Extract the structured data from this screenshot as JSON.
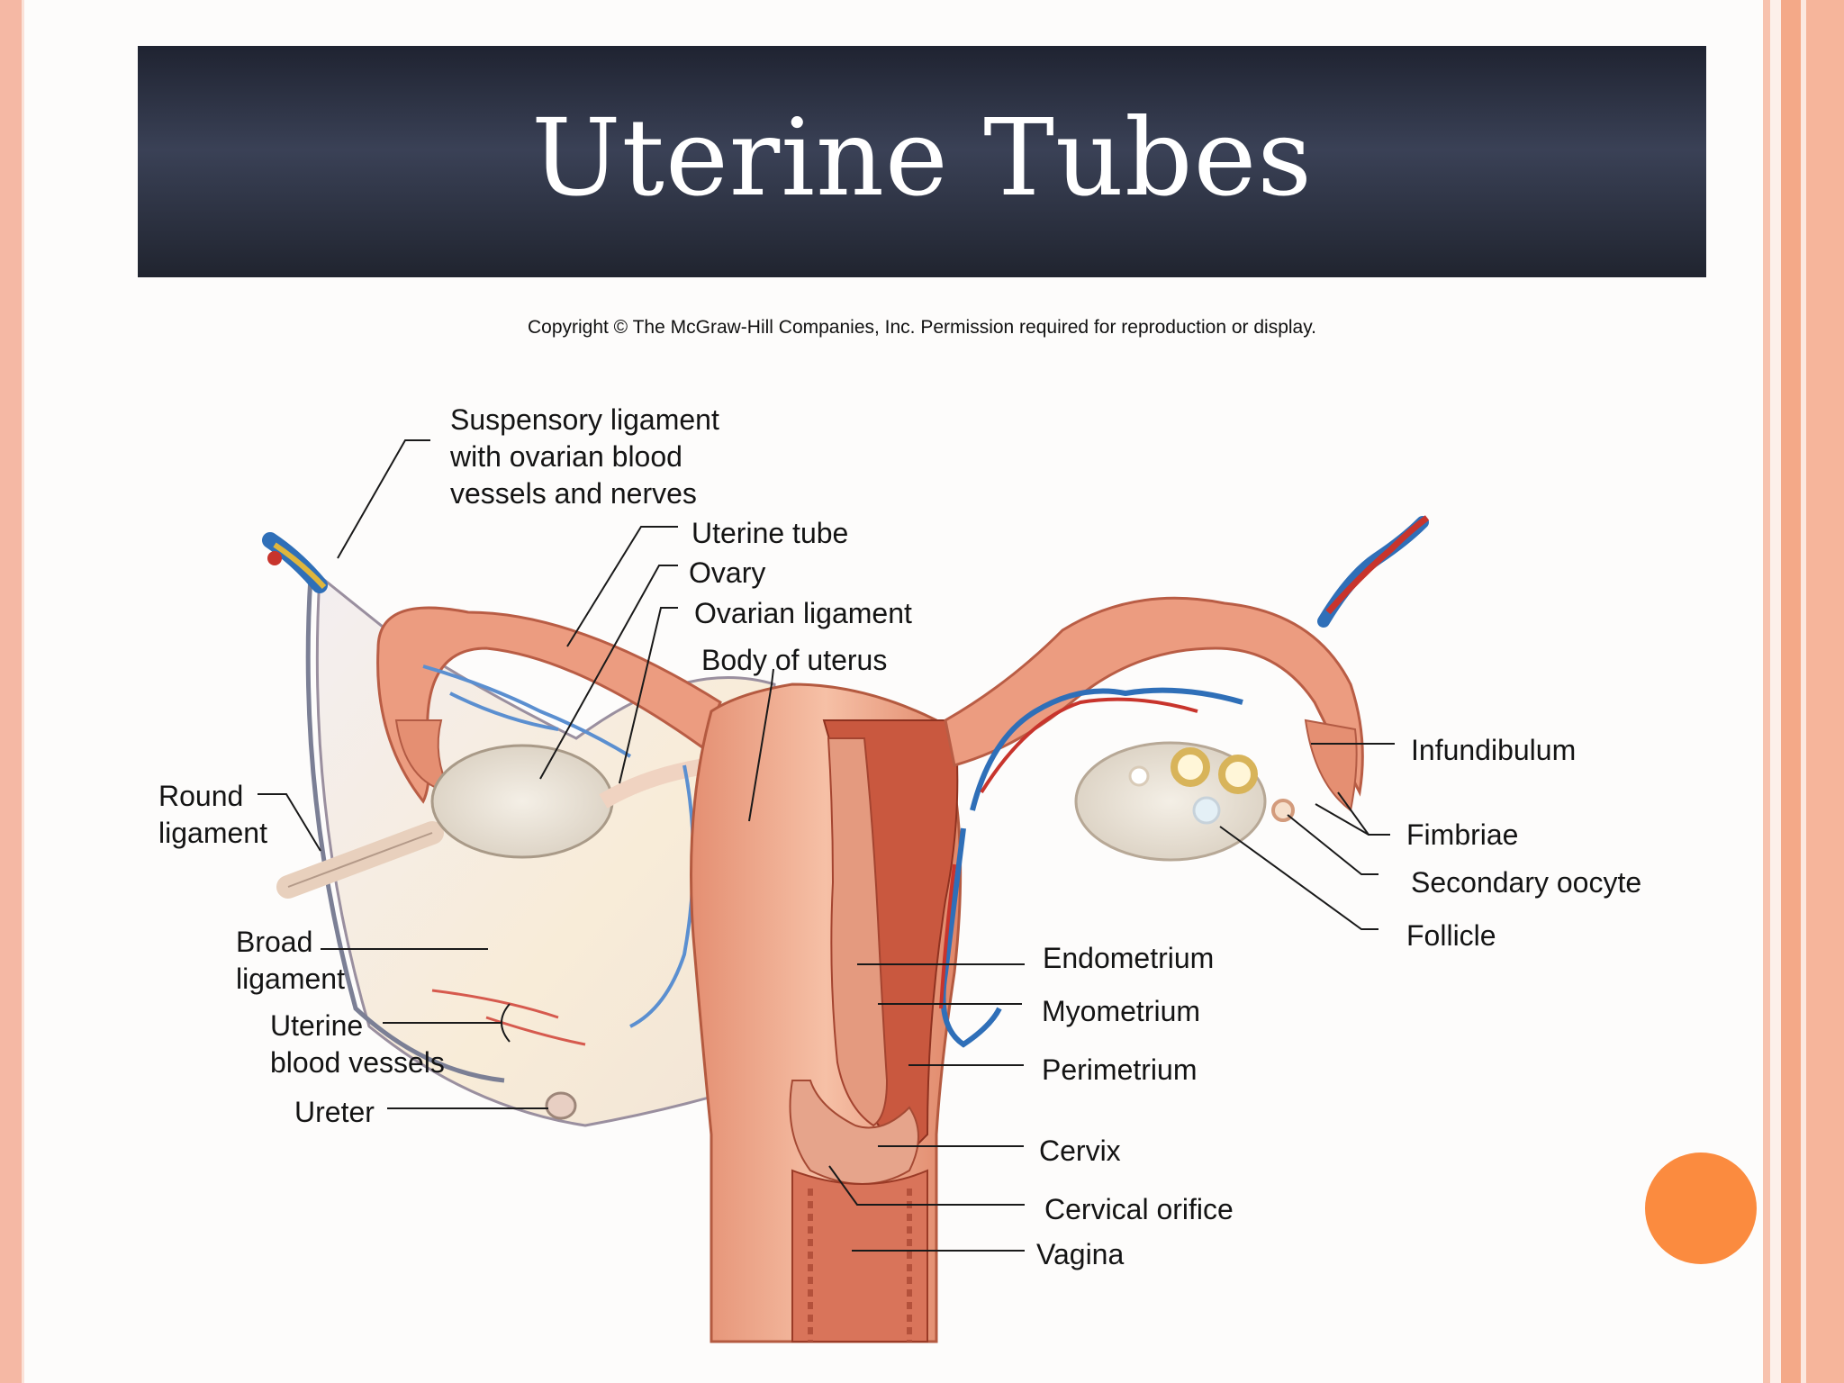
{
  "slide": {
    "title": "Uterine Tubes",
    "copyright": "Copyright © The McGraw-Hill Companies, Inc. Permission required for reproduction or display."
  },
  "labels": {
    "suspensory_ligament": "Suspensory ligament\nwith ovarian blood\nvessels and nerves",
    "uterine_tube": "Uterine tube",
    "ovary": "Ovary",
    "ovarian_ligament": "Ovarian ligament",
    "body_of_uterus": "Body of uterus",
    "round_ligament": "Round\nligament",
    "broad_ligament": "Broad\nligament",
    "uterine_blood_vessels": "Uterine\nblood vessels",
    "ureter": "Ureter",
    "infundibulum": "Infundibulum",
    "fimbriae": "Fimbriae",
    "secondary_oocyte": "Secondary oocyte",
    "follicle": "Follicle",
    "endometrium": "Endometrium",
    "myometrium": "Myometrium",
    "perimetrium": "Perimetrium",
    "cervix": "Cervix",
    "cervical_orifice": "Cervical orifice",
    "vagina": "Vagina"
  },
  "colors": {
    "banner": "#2c3142",
    "accent_dot": "#fb8b3f",
    "tissue": "#e8987c",
    "muscle": "#c8553c",
    "vessel_blue": "#2f6fb8",
    "vessel_red": "#c8342c"
  }
}
